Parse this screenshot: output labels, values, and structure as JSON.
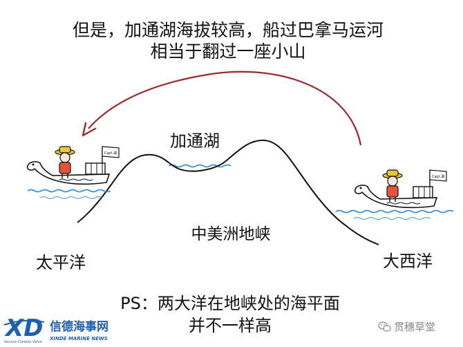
{
  "title": {
    "line1": "但是，加通湖海拔较高，船过巴拿马运河",
    "line2": "相当于翻过一座小山"
  },
  "labels": {
    "lake": "加通湖",
    "isthmus": "中美洲地峡",
    "pacific": "太平洋",
    "atlantic": "大西洋"
  },
  "note": {
    "line1": "PS：两大洋在地峡处的海平面",
    "line2": "并不一样高"
  },
  "ship_flag_text": "Capt.湖",
  "logo": {
    "mark": "XD",
    "name_cn": "信德海事网",
    "name_en": "XINDE MARINE NEWS",
    "slogan": "Service Creates Value"
  },
  "watermark": {
    "icon": "wechat-icon",
    "text": "贯穗草堂"
  },
  "colors": {
    "arrow": "#9b2b2b",
    "water": "#3a8fd0",
    "ink": "#111111",
    "logo_blue": "#1f5fb0"
  }
}
